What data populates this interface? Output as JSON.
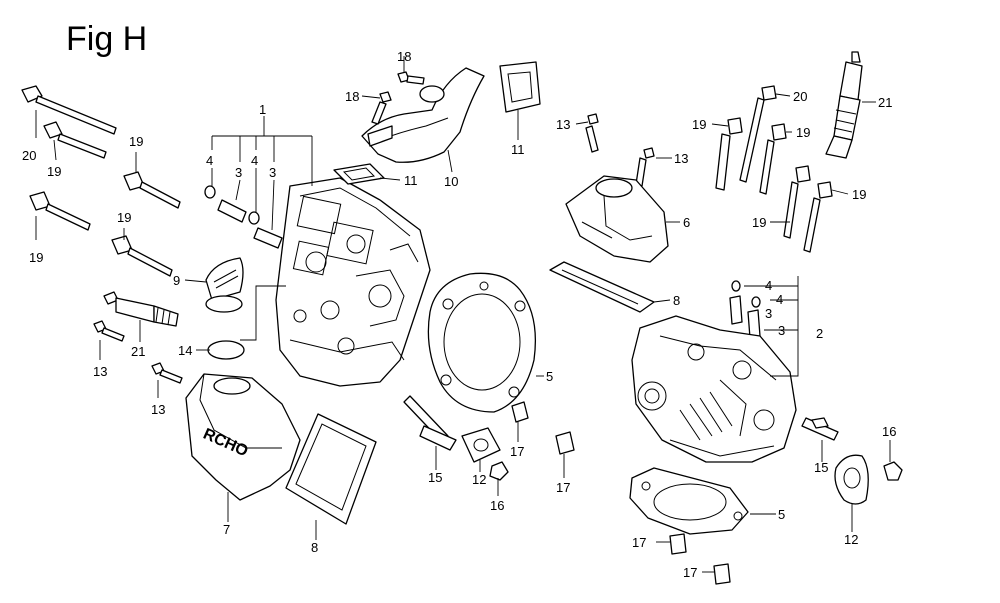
{
  "figure": {
    "title": "Fig H"
  },
  "callouts": [
    {
      "id": "c1",
      "number": "1"
    },
    {
      "id": "c2",
      "number": "2"
    },
    {
      "id": "c3a",
      "number": "3"
    },
    {
      "id": "c3b",
      "number": "3"
    },
    {
      "id": "c3c",
      "number": "3"
    },
    {
      "id": "c3d",
      "number": "3"
    },
    {
      "id": "c4a",
      "number": "4"
    },
    {
      "id": "c4b",
      "number": "4"
    },
    {
      "id": "c4c",
      "number": "4"
    },
    {
      "id": "c4d",
      "number": "4"
    },
    {
      "id": "c5a",
      "number": "5"
    },
    {
      "id": "c5b",
      "number": "5"
    },
    {
      "id": "c6",
      "number": "6"
    },
    {
      "id": "c7",
      "number": "7"
    },
    {
      "id": "c8a",
      "number": "8"
    },
    {
      "id": "c8b",
      "number": "8"
    },
    {
      "id": "c9",
      "number": "9"
    },
    {
      "id": "c10",
      "number": "10"
    },
    {
      "id": "c11a",
      "number": "11"
    },
    {
      "id": "c11b",
      "number": "11"
    },
    {
      "id": "c12a",
      "number": "12"
    },
    {
      "id": "c12b",
      "number": "12"
    },
    {
      "id": "c13a",
      "number": "13"
    },
    {
      "id": "c13b",
      "number": "13"
    },
    {
      "id": "c13c",
      "number": "13"
    },
    {
      "id": "c13d",
      "number": "13"
    },
    {
      "id": "c14",
      "number": "14"
    },
    {
      "id": "c15a",
      "number": "15"
    },
    {
      "id": "c15b",
      "number": "15"
    },
    {
      "id": "c16a",
      "number": "16"
    },
    {
      "id": "c16b",
      "number": "16"
    },
    {
      "id": "c17a",
      "number": "17"
    },
    {
      "id": "c17b",
      "number": "17"
    },
    {
      "id": "c17c",
      "number": "17"
    },
    {
      "id": "c17d",
      "number": "17"
    },
    {
      "id": "c18a",
      "number": "18"
    },
    {
      "id": "c18b",
      "number": "18"
    },
    {
      "id": "c19a",
      "number": "19"
    },
    {
      "id": "c19b",
      "number": "19"
    },
    {
      "id": "c19c",
      "number": "19"
    },
    {
      "id": "c19d",
      "number": "19"
    },
    {
      "id": "c19e",
      "number": "19"
    },
    {
      "id": "c19f",
      "number": "19"
    },
    {
      "id": "c19g",
      "number": "19"
    },
    {
      "id": "c19h",
      "number": "19"
    },
    {
      "id": "c20a",
      "number": "20"
    },
    {
      "id": "c20b",
      "number": "20"
    },
    {
      "id": "c21a",
      "number": "21"
    },
    {
      "id": "c21b",
      "number": "21"
    }
  ],
  "cover_text": "RCHO"
}
